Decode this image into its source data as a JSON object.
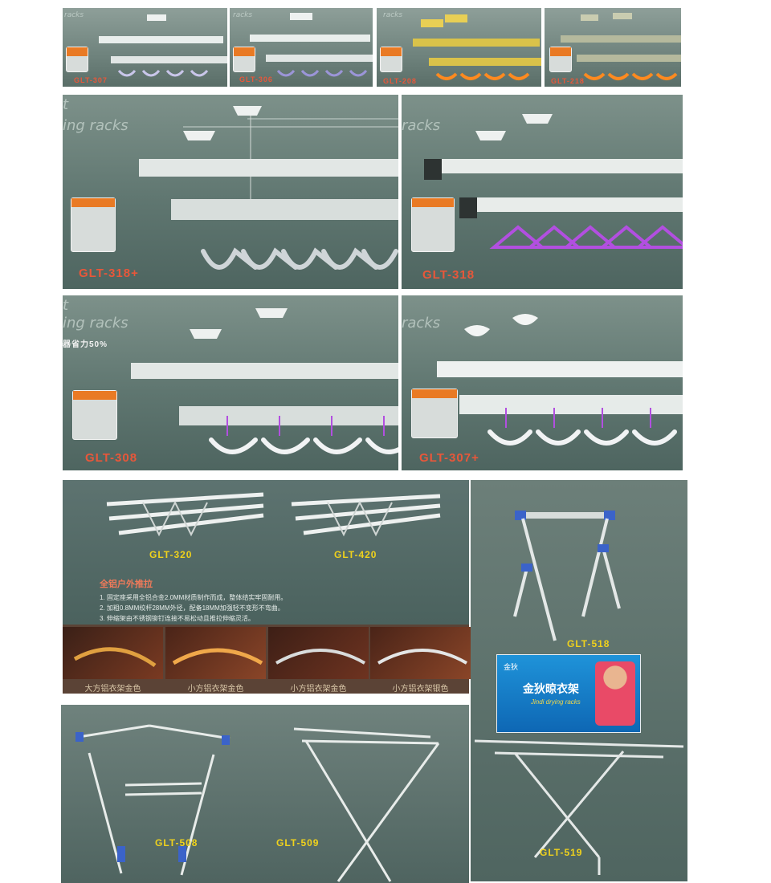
{
  "models": {
    "glt307_small": "GLT-307",
    "glt306_small": "GLT-306",
    "glt208_small": "GLT-208",
    "glt218_small": "GLT-218",
    "glt318plus": "GLT-318+",
    "glt318": "GLT-318",
    "glt308": "GLT-308",
    "glt307plus": "GLT-307+",
    "glt320": "GLT-320",
    "glt420": "GLT-420",
    "glt518": "GLT-518",
    "glt508": "GLT-508",
    "glt509": "GLT-509",
    "glt519": "GLT-519"
  },
  "ghost_text": {
    "racks": "racks",
    "drying_racks_a": "ing racks",
    "drying_racks_b": "ing racks",
    "cut_t": "t",
    "save_effort": "器省力50%"
  },
  "outdoor": {
    "heading": "全铝户外推拉",
    "notes": [
      "1. 固定座采用全铝合金2.0MM材质制作而成，整体结实牢固耐用。",
      "2. 加粗0.8MM绞杆28MM外径，配备18MM加强轻不变形不弯曲。",
      "3. 伸缩架由不锈钢铆钉连接不易松动且推拉伸缩灵活。"
    ]
  },
  "hangers": [
    "大方铝衣架金色",
    "小方铝衣架金色",
    "小方铝衣架金色",
    "小方铝衣架银色"
  ],
  "package": {
    "brand": "金狄晾衣架",
    "subtitle": "Jindi drying racks",
    "logo": "金狄"
  },
  "colors": {
    "panel": "#5f7670",
    "label_red": "#e8573a",
    "label_yellow": "#f0d21c",
    "rack_orange": "#ff8a1f",
    "rack_purple": "#b24fe0"
  }
}
